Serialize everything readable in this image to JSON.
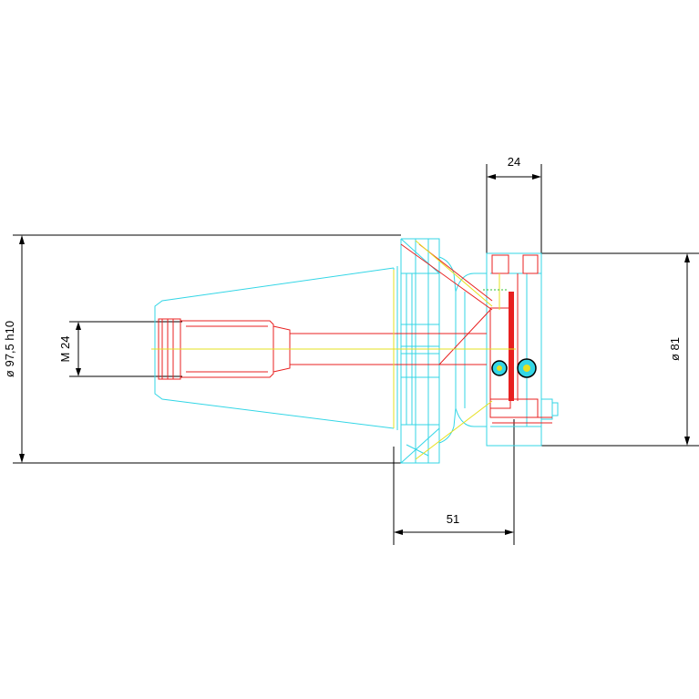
{
  "dimensions": {
    "diameter_large": "ø 97,5 h10",
    "thread": "M 24",
    "diameter_flange": "ø 81",
    "length_top": "24",
    "length_bottom": "51"
  },
  "colors": {
    "outline": "#33d6e6",
    "thread_parts": "#e82020",
    "centerline": "#e6e020",
    "dimension": "#000000"
  }
}
